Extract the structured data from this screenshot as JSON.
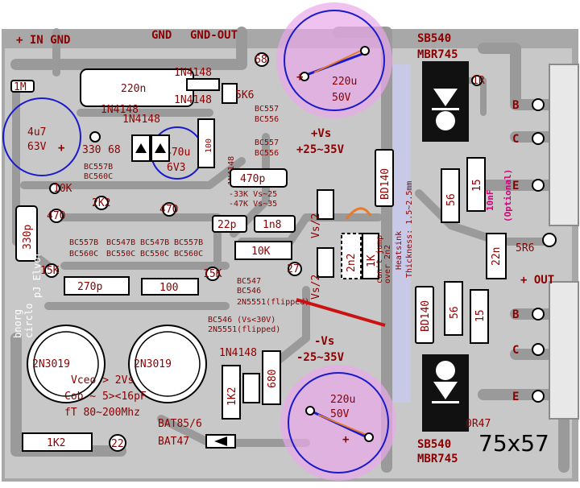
{
  "board_size": "75x57",
  "header": {
    "in_gnd": "+ IN GND",
    "gnd": "GND",
    "gnd_out": "GND-OUT"
  },
  "rails": {
    "pos": "+Vs",
    "pos_range": "+25~35V",
    "neg": "-Vs",
    "neg_range": "-25~35V"
  },
  "caps": {
    "c_220u_top": [
      "220u",
      "50V"
    ],
    "c_220u_bot": [
      "220u",
      "50V"
    ],
    "c_4u7": [
      "4u7",
      "63V"
    ],
    "c_470u": [
      "470u",
      "6V3"
    ],
    "c_220n": "220n",
    "c_470p": "470p",
    "c_330p": "330p",
    "c_22p": "22p",
    "c_1n8": "1n8",
    "c_2n2": "2n2",
    "c_22n": "22n",
    "c_10nf": "10nF",
    "c_optional": "(Optional)"
  },
  "resistors": {
    "r_1m": "1M",
    "r_330": "330",
    "r_68a": "68",
    "r_68b": "68",
    "r_100a": "100",
    "r_5k6": "5K6",
    "r_10k_a": "10K",
    "r_2k2": "2K2",
    "r_470a": "470",
    "r_470b": "470",
    "r_10k_b": "10K",
    "r_15k_a": "15K",
    "r_15k_b": "15K",
    "r_270p": "270p",
    "r_100b": "100",
    "r_27": "27",
    "r_1k": "1K",
    "r_1r": "1R",
    "r_56a": "56",
    "r_15a": "15",
    "r_5r6": "5R6",
    "r_56b": "56",
    "r_15b": "15",
    "r_1k2a": "1K2",
    "r_680": "680",
    "r_1k2b": "1K2",
    "r_22": "22",
    "r_0r47": "0R47"
  },
  "diodes": {
    "d_1n4148_a": "1N4148",
    "d_1n4148_b": "1N4148",
    "d_1n4148_c": "1N4148",
    "d_1n4148_d": "1N4148",
    "d_1n4148_e": "1N4148",
    "sb540_top": "SB540",
    "mbr745_top": "MBR745",
    "sb540_bot": "SB540",
    "mbr745_bot": "MBR745",
    "bat85": "BAT85/6",
    "bat47": "BAT47",
    "vs2_a": "Vs/2",
    "vs2_b": "Vs/2"
  },
  "transistors": {
    "bc557_a": [
      "BC557",
      "BC556"
    ],
    "bc557_b": [
      "BC557",
      "BC556"
    ],
    "bc557b_l": [
      "BC557B",
      "BC560C"
    ],
    "bc557b_a": [
      "BC557B",
      "BC560C"
    ],
    "bc547b_a": [
      "BC547B",
      "BC550C"
    ],
    "bc547b_b": [
      "BC547B",
      "BC550C"
    ],
    "bc557b_b": [
      "BC557B",
      "BC560C"
    ],
    "bc547_mid": [
      "BC547",
      "BC546",
      "2N5551(flipped)"
    ],
    "bc546_note": [
      "BC546 (Vs<30V)",
      "2N5551(flipped)"
    ],
    "bd140_top": "BD140",
    "bd140_bot": "BD140",
    "n3019_a": "2N3019",
    "n3019_b": "2N3019"
  },
  "notes": {
    "vs_a": "-33K Vs~25",
    "vs_b": "-47K Vs~35",
    "heatsink": [
      "Heatsink",
      "Thickness: 1.5~2.5mm"
    ],
    "cantjump": [
      "can't jump",
      "over 2n2"
    ],
    "spec": [
      "Vceo > 2Vs",
      "Cob ~ 5><16pF",
      "fT 80~200Mhz"
    ],
    "credit": [
      "bnorg",
      "circlo",
      "pJ Elvor"
    ]
  },
  "pins": {
    "b": "B",
    "c": "C",
    "e": "E",
    "out": "+ OUT"
  }
}
